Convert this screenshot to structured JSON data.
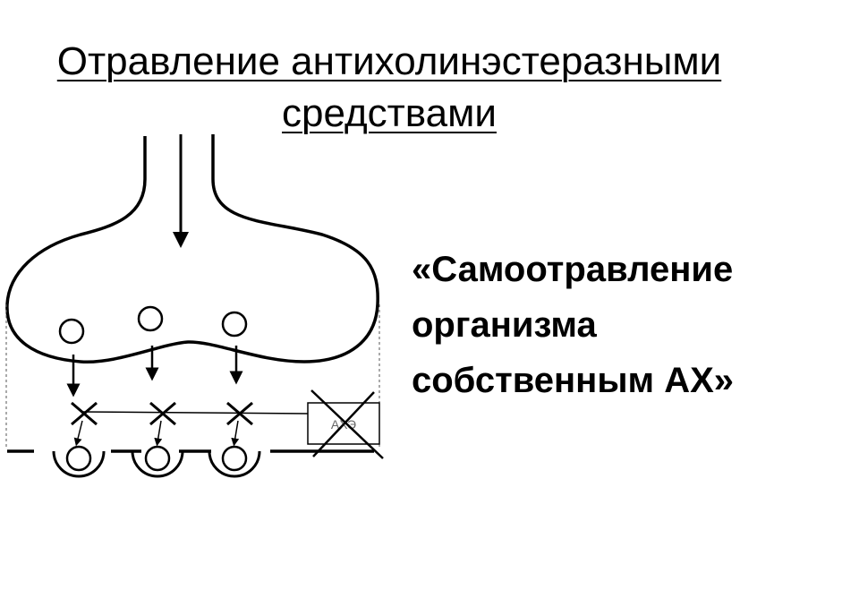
{
  "title": {
    "line1": "Отравление антихолинэстеразными",
    "line2": "средствами"
  },
  "quote": {
    "line1": "«Самоотравление",
    "line2": "организма",
    "line3": "собственным АХ»"
  },
  "diagram": {
    "enzyme_label": "АХЭ"
  }
}
